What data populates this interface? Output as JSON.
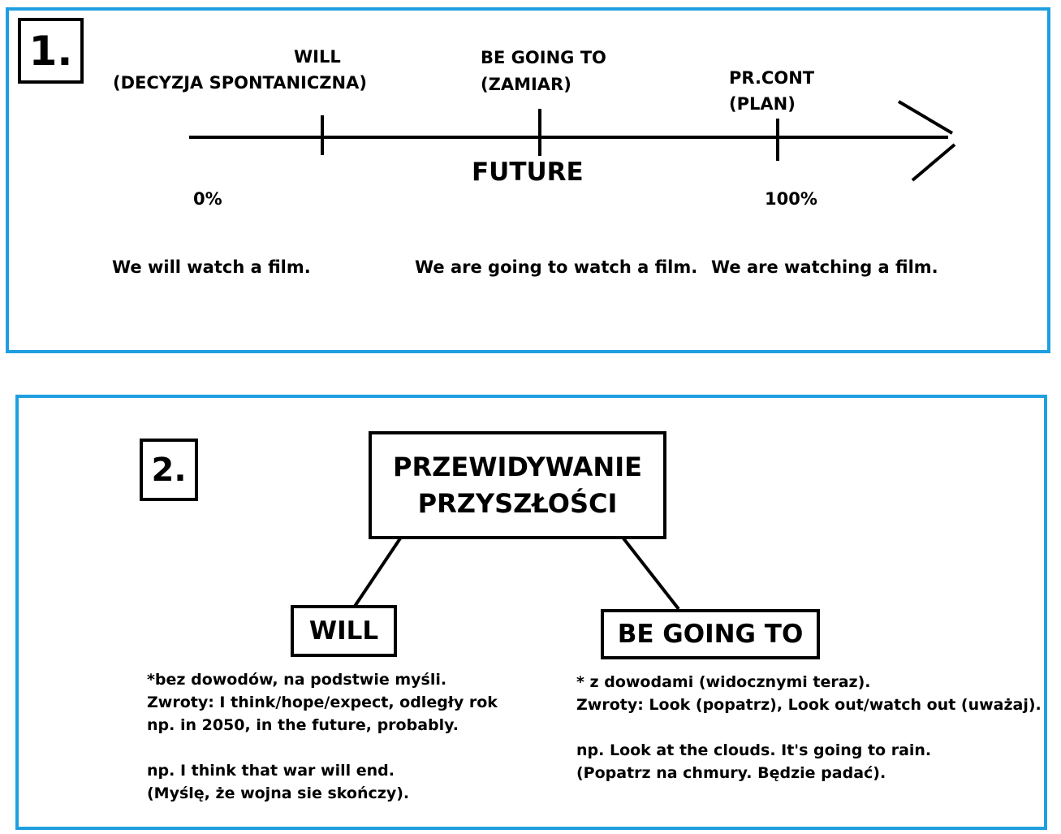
{
  "section1": {
    "number": "1.",
    "markers": [
      {
        "label": "WILL",
        "sub": "(DECYZJA SPONTANICZNA)"
      },
      {
        "label": "BE GOING TO",
        "sub": "(ZAMIAR)"
      },
      {
        "label": "PR.CONT",
        "sub": "(PLAN)"
      }
    ],
    "axis_title": "FUTURE",
    "scale_start": "0%",
    "scale_end": "100%",
    "examples": [
      "We will watch a film.",
      "We are going to watch a film.",
      "We are watching a film."
    ]
  },
  "section2": {
    "number": "2.",
    "root_line1": "PRZEWIDYWANIE",
    "root_line2": "PRZYSZŁOŚCI",
    "left_branch": {
      "label": "WILL",
      "lines": [
        "*bez dowodów, na podstwie myśli.",
        "Zwroty: I think/hope/expect, odległy rok",
        "np. in 2050, in the future, probably.",
        "",
        "np. I think that war will end.",
        "(Myślę, że wojna sie skończy)."
      ]
    },
    "right_branch": {
      "label": "BE GOING TO",
      "lines": [
        "* z dowodami (widocznymi teraz).",
        "Zwroty: Look (popatrz), Look out/watch out (uważaj).",
        "",
        "np. Look at the clouds. It's going to rain.",
        "(Popatrz na chmury. Będzie padać)."
      ]
    }
  },
  "colors": {
    "frame": "#1f9fe0",
    "ink": "#000000",
    "background": "#ffffff"
  }
}
